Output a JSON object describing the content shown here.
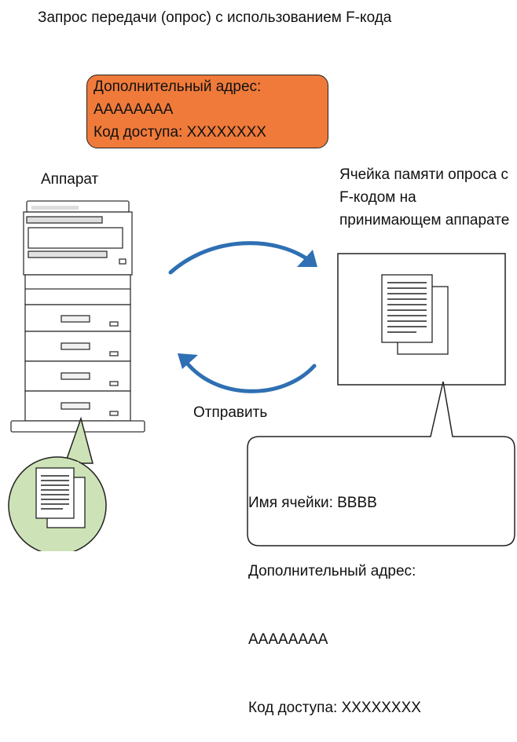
{
  "title": "Запрос передачи (опрос) с использованием F-кода",
  "request_box": {
    "line1": "Дополнительный адрес:",
    "line2": "AAAAAAAA",
    "line3": "Код доступа: XXXXXXXX",
    "color": "#ef7a3a"
  },
  "machine_label": "Аппарат",
  "memory_label": "Ячейка памяти опроса с F-кодом на принимающем аппарате",
  "send_label": "Отправить",
  "callout": {
    "line1": "Имя ячейки: BBBB",
    "line2": "Дополнительный адрес:",
    "line3": "AAAAAAAA",
    "line4": "Код доступа: XXXXXXXX"
  },
  "arrow_color": "#2f6fb3",
  "circle_color": "#cde3b7",
  "icons": [
    "printer-icon",
    "document-stack-icon",
    "curved-arrow-icon"
  ]
}
